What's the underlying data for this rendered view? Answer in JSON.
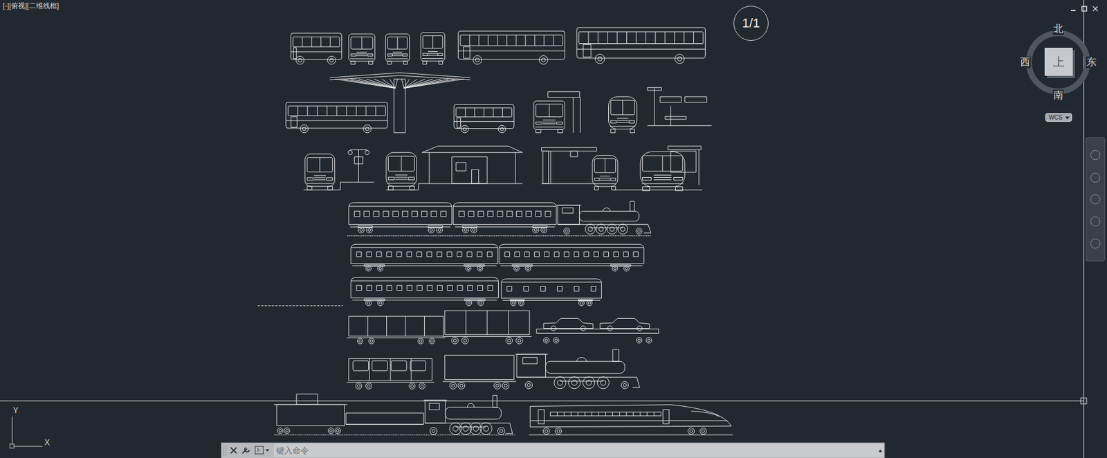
{
  "diagram": {
    "nodes": [
      {
        "text": [
          "1/1"
        ]
      },
      {
        "text": [
          "上"
        ]
      },
      {
        "text": [
          "WCS"
        ]
      }
    ],
    "labels": [
      "[-][俯视][二维线框]",
      "北",
      "西",
      "东",
      "南",
      "Y",
      "X",
      "键入命令"
    ]
  }
}
